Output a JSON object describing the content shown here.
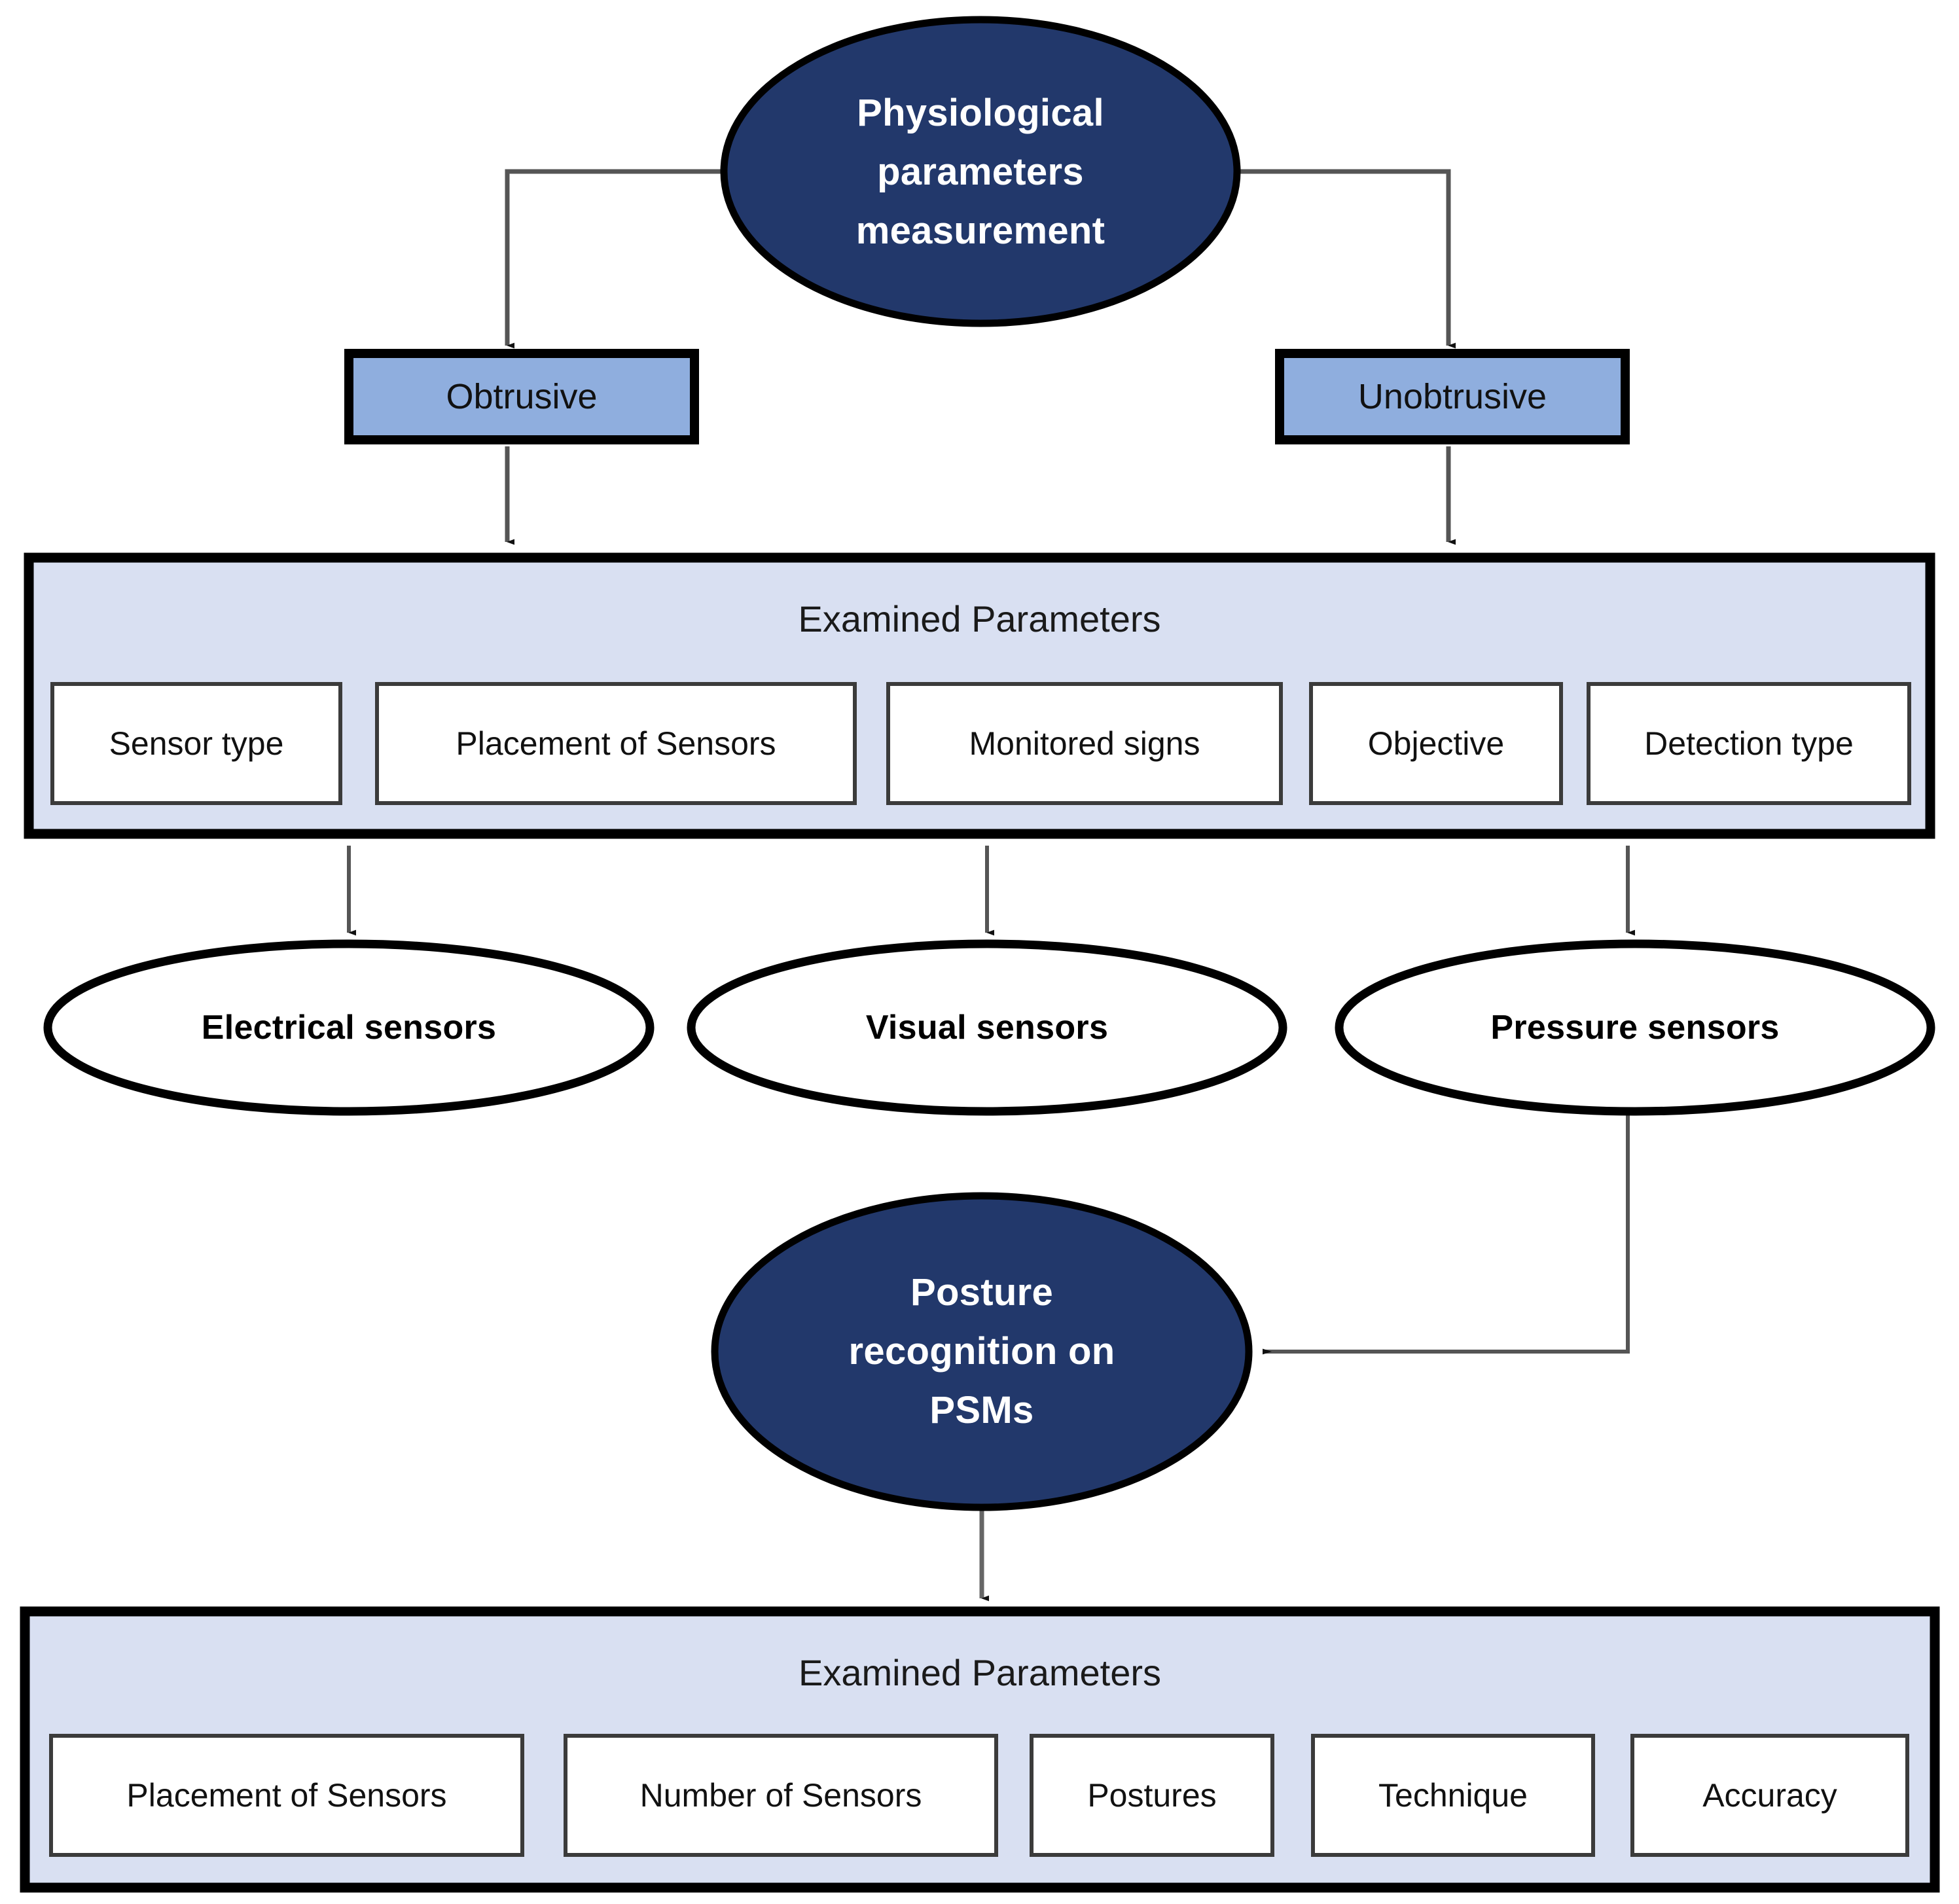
{
  "diagram": {
    "title": "Physiological parameters measurement taxonomy flowchart",
    "colors": {
      "dark_navy": "#22386B",
      "medium_blue": "#8FAEDE",
      "panel_light_blue": "#D9E0F2",
      "box_white": "#FFFFFF",
      "border_black": "#000000",
      "connector_gray": "#595959"
    },
    "root": {
      "id": "physiological-parameters-measurement",
      "label": "Physiological parameters measurement",
      "lines": [
        "Physiological",
        "parameters",
        "measurement"
      ],
      "shape": "ellipse",
      "fill": "#22386B",
      "text_color": "#FFFFFF"
    },
    "branches": [
      {
        "id": "obtrusive",
        "label": "Obtrusive",
        "shape": "rectangle",
        "fill": "#8FAEDE"
      },
      {
        "id": "unobtrusive",
        "label": "Unobtrusive",
        "shape": "rectangle",
        "fill": "#8FAEDE"
      }
    ],
    "panel_top": {
      "id": "examined-parameters-top",
      "title": "Examined Parameters",
      "fill": "#D9E0F2",
      "items": [
        {
          "label": "Sensor type"
        },
        {
          "label": "Placement of Sensors"
        },
        {
          "label": "Monitored signs"
        },
        {
          "label": "Objective"
        },
        {
          "label": "Detection type"
        }
      ]
    },
    "sensors": [
      {
        "id": "electrical-sensors",
        "label": "Electrical sensors",
        "shape": "ellipse",
        "fill": "#FFFFFF"
      },
      {
        "id": "visual-sensors",
        "label": "Visual sensors",
        "shape": "ellipse",
        "fill": "#FFFFFF"
      },
      {
        "id": "pressure-sensors",
        "label": "Pressure sensors",
        "shape": "ellipse",
        "fill": "#FFFFFF"
      }
    ],
    "posture": {
      "id": "posture-recognition-on-psms",
      "label": "Posture recognition on PSMs",
      "lines": [
        "Posture",
        "recognition on",
        "PSMs"
      ],
      "shape": "ellipse",
      "fill": "#22386B",
      "text_color": "#FFFFFF"
    },
    "panel_bottom": {
      "id": "examined-parameters-bottom",
      "title": "Examined Parameters",
      "fill": "#D9E0F2",
      "items": [
        {
          "label": "Placement of Sensors"
        },
        {
          "label": "Number of Sensors"
        },
        {
          "label": "Postures"
        },
        {
          "label": "Technique"
        },
        {
          "label": "Accuracy"
        }
      ]
    },
    "connectors": [
      {
        "from": "physiological-parameters-measurement",
        "to": "obtrusive",
        "style": "elbow-arrow"
      },
      {
        "from": "physiological-parameters-measurement",
        "to": "unobtrusive",
        "style": "elbow-arrow"
      },
      {
        "from": "obtrusive",
        "to": "examined-parameters-top",
        "style": "straight-arrow"
      },
      {
        "from": "unobtrusive",
        "to": "examined-parameters-top",
        "style": "straight-arrow"
      },
      {
        "from": "examined-parameters-top",
        "to": "electrical-sensors",
        "style": "straight-arrow"
      },
      {
        "from": "examined-parameters-top",
        "to": "visual-sensors",
        "style": "straight-arrow"
      },
      {
        "from": "examined-parameters-top",
        "to": "pressure-sensors",
        "style": "straight-arrow"
      },
      {
        "from": "pressure-sensors",
        "to": "posture-recognition-on-psms",
        "style": "elbow-arrow"
      },
      {
        "from": "posture-recognition-on-psms",
        "to": "examined-parameters-bottom",
        "style": "straight-arrow"
      }
    ]
  }
}
